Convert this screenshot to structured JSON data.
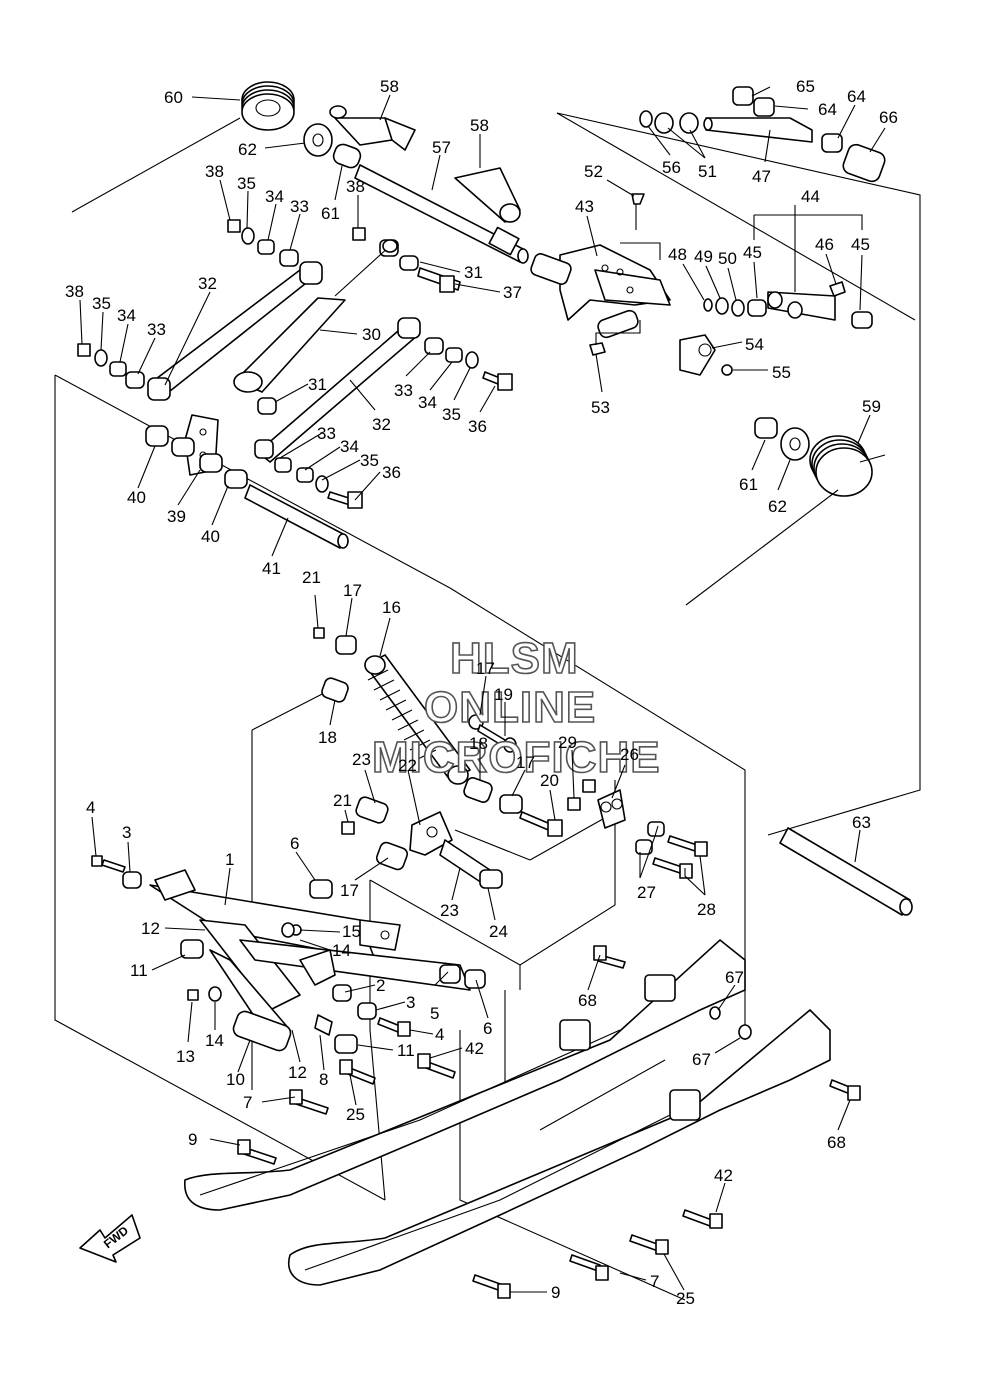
{
  "watermark": {
    "line1": "HLSM",
    "line2": "ONLINE",
    "line3": "MICROFICHE"
  },
  "fwd_label": "FWD",
  "callouts": [
    {
      "id": "c60",
      "text": "60"
    },
    {
      "id": "c58a",
      "text": "58"
    },
    {
      "id": "c58b",
      "text": "58"
    },
    {
      "id": "c62a",
      "text": "62"
    },
    {
      "id": "c57",
      "text": "57"
    },
    {
      "id": "c38a",
      "text": "38"
    },
    {
      "id": "c35a",
      "text": "35"
    },
    {
      "id": "c34a",
      "text": "34"
    },
    {
      "id": "c33a",
      "text": "33"
    },
    {
      "id": "c61a",
      "text": "61"
    },
    {
      "id": "c38b",
      "text": "38"
    },
    {
      "id": "c31a",
      "text": "31"
    },
    {
      "id": "c37",
      "text": "37"
    },
    {
      "id": "c32a",
      "text": "32"
    },
    {
      "id": "c38c",
      "text": "38"
    },
    {
      "id": "c35b",
      "text": "35"
    },
    {
      "id": "c34b",
      "text": "34"
    },
    {
      "id": "c33b",
      "text": "33"
    },
    {
      "id": "c30",
      "text": "30"
    },
    {
      "id": "c31b",
      "text": "31"
    },
    {
      "id": "c33c",
      "text": "33"
    },
    {
      "id": "c34c",
      "text": "34"
    },
    {
      "id": "c35c",
      "text": "35"
    },
    {
      "id": "c36a",
      "text": "36"
    },
    {
      "id": "c32b",
      "text": "32"
    },
    {
      "id": "c33d",
      "text": "33"
    },
    {
      "id": "c34d",
      "text": "34"
    },
    {
      "id": "c35d",
      "text": "35"
    },
    {
      "id": "c36b",
      "text": "36"
    },
    {
      "id": "c40a",
      "text": "40"
    },
    {
      "id": "c39",
      "text": "39"
    },
    {
      "id": "c40b",
      "text": "40"
    },
    {
      "id": "c41",
      "text": "41"
    },
    {
      "id": "c65",
      "text": "65"
    },
    {
      "id": "c64a",
      "text": "64"
    },
    {
      "id": "c64b",
      "text": "64"
    },
    {
      "id": "c66",
      "text": "66"
    },
    {
      "id": "c56",
      "text": "56"
    },
    {
      "id": "c51",
      "text": "51"
    },
    {
      "id": "c47",
      "text": "47"
    },
    {
      "id": "c52",
      "text": "52"
    },
    {
      "id": "c43",
      "text": "43"
    },
    {
      "id": "c44",
      "text": "44"
    },
    {
      "id": "c48",
      "text": "48"
    },
    {
      "id": "c49",
      "text": "49"
    },
    {
      "id": "c50",
      "text": "50"
    },
    {
      "id": "c45a",
      "text": "45"
    },
    {
      "id": "c46",
      "text": "46"
    },
    {
      "id": "c45b",
      "text": "45"
    },
    {
      "id": "c54",
      "text": "54"
    },
    {
      "id": "c55",
      "text": "55"
    },
    {
      "id": "c53",
      "text": "53"
    },
    {
      "id": "c59",
      "text": "59"
    },
    {
      "id": "c61b",
      "text": "61"
    },
    {
      "id": "c62b",
      "text": "62"
    },
    {
      "id": "c21a",
      "text": "21"
    },
    {
      "id": "c17a",
      "text": "17"
    },
    {
      "id": "c16",
      "text": "16"
    },
    {
      "id": "c18a",
      "text": "18"
    },
    {
      "id": "c17b",
      "text": "17"
    },
    {
      "id": "c19",
      "text": "19"
    },
    {
      "id": "c18b",
      "text": "18"
    },
    {
      "id": "c23a",
      "text": "23"
    },
    {
      "id": "c22",
      "text": "22"
    },
    {
      "id": "c17c",
      "text": "17"
    },
    {
      "id": "c20",
      "text": "20"
    },
    {
      "id": "c29",
      "text": "29"
    },
    {
      "id": "c26",
      "text": "26"
    },
    {
      "id": "c21b",
      "text": "21"
    },
    {
      "id": "c17d",
      "text": "17"
    },
    {
      "id": "c23b",
      "text": "23"
    },
    {
      "id": "c24",
      "text": "24"
    },
    {
      "id": "c27",
      "text": "27"
    },
    {
      "id": "c28",
      "text": "28"
    },
    {
      "id": "c63",
      "text": "63"
    },
    {
      "id": "c4a",
      "text": "4"
    },
    {
      "id": "c3a",
      "text": "3"
    },
    {
      "id": "c1",
      "text": "1"
    },
    {
      "id": "c6a",
      "text": "6"
    },
    {
      "id": "c12a",
      "text": "12"
    },
    {
      "id": "c15",
      "text": "15"
    },
    {
      "id": "c14a",
      "text": "14"
    },
    {
      "id": "c11a",
      "text": "11"
    },
    {
      "id": "c2",
      "text": "2"
    },
    {
      "id": "c3b",
      "text": "3"
    },
    {
      "id": "c5",
      "text": "5"
    },
    {
      "id": "c6b",
      "text": "6"
    },
    {
      "id": "c13",
      "text": "13"
    },
    {
      "id": "c14b",
      "text": "14"
    },
    {
      "id": "c4b",
      "text": "4"
    },
    {
      "id": "c10",
      "text": "10"
    },
    {
      "id": "c12b",
      "text": "12"
    },
    {
      "id": "c8",
      "text": "8"
    },
    {
      "id": "c11b",
      "text": "11"
    },
    {
      "id": "c42a",
      "text": "42"
    },
    {
      "id": "c7a",
      "text": "7"
    },
    {
      "id": "c25a",
      "text": "25"
    },
    {
      "id": "c9a",
      "text": "9"
    },
    {
      "id": "c68a",
      "text": "68"
    },
    {
      "id": "c67a",
      "text": "67"
    },
    {
      "id": "c67b",
      "text": "67"
    },
    {
      "id": "c68b",
      "text": "68"
    },
    {
      "id": "c42b",
      "text": "42"
    },
    {
      "id": "c7b",
      "text": "7"
    },
    {
      "id": "c25b",
      "text": "25"
    },
    {
      "id": "c9b",
      "text": "9"
    }
  ]
}
